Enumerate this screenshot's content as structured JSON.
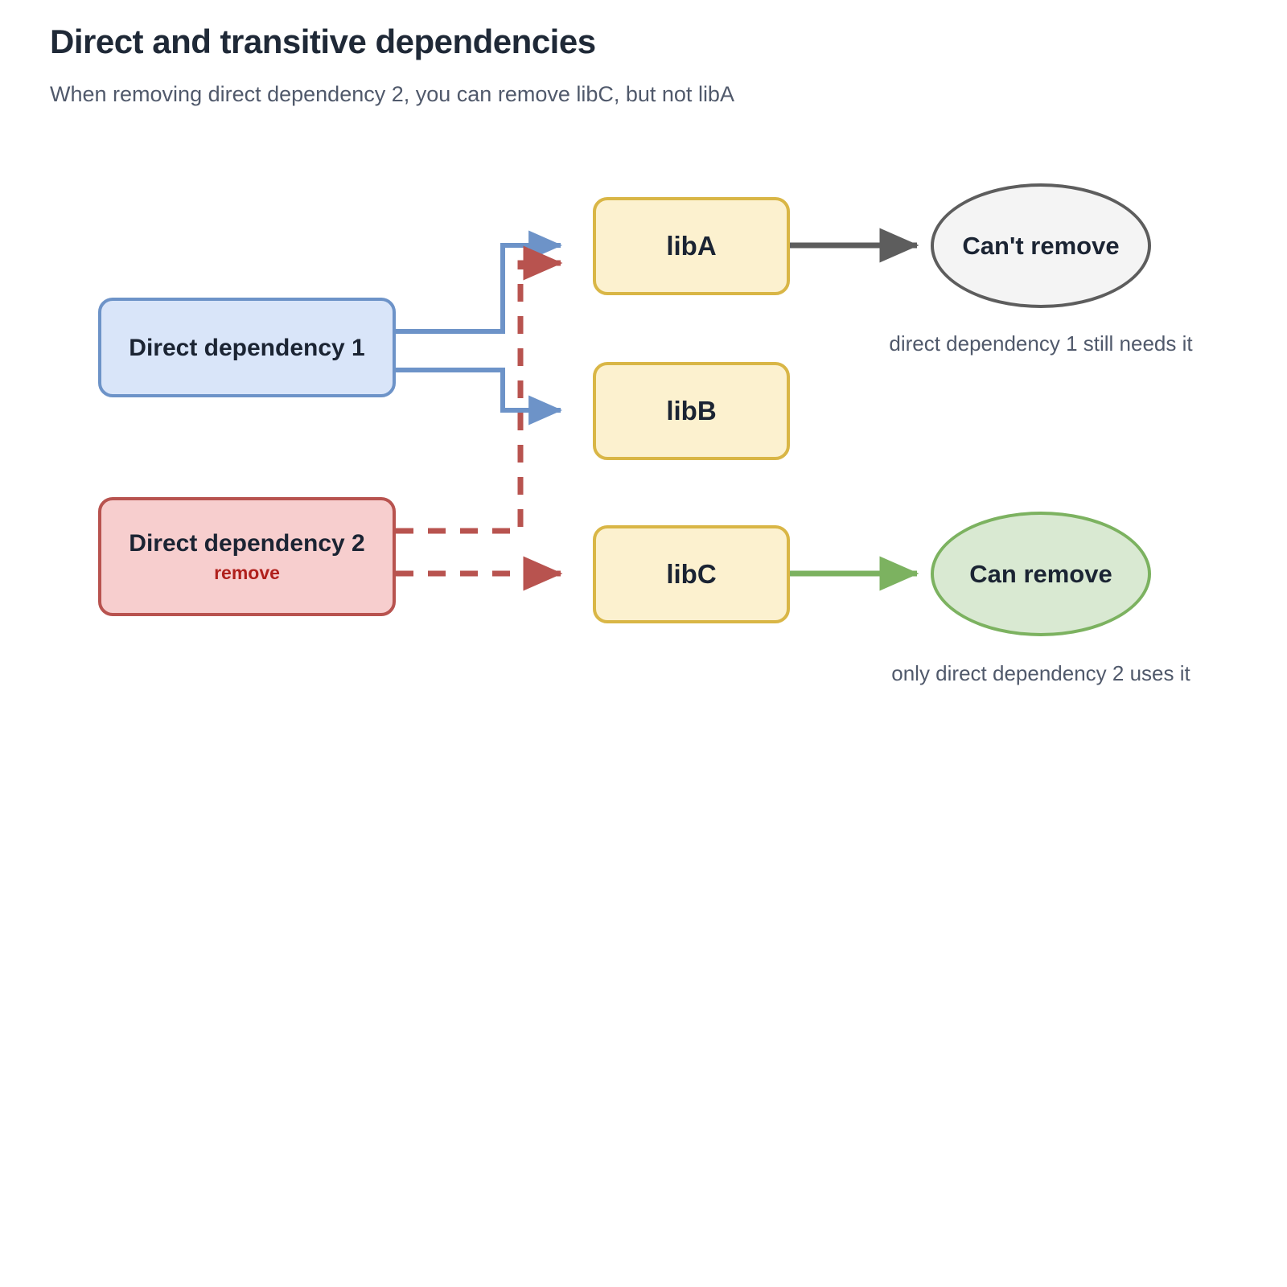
{
  "header": {
    "title": "Direct and transitive dependencies",
    "subtitle": "When removing direct dependency 2, you can remove libC, but not libA"
  },
  "colors": {
    "blue_fill": "#d9e5f9",
    "blue_stroke": "#6d93c8",
    "red_fill": "#f7cece",
    "red_stroke": "#b8534f",
    "yellow_fill": "#fcf1cf",
    "yellow_stroke": "#d9b646",
    "gray_fill": "#f4f4f4",
    "gray_stroke": "#5d5d5d",
    "green_fill": "#d9e9d2",
    "green_stroke": "#7cb260",
    "text_dark": "#1b2433",
    "text_muted": "#50596b",
    "remove_text": "#b0201c"
  },
  "nodes": [
    {
      "id": "dep1",
      "name": "direct-dependency-1",
      "label": "Direct dependency 1",
      "sublabel": "",
      "shape": "rect",
      "style": "blue"
    },
    {
      "id": "dep2",
      "name": "direct-dependency-2",
      "label": "Direct dependency 2",
      "sublabel": "remove",
      "shape": "rect",
      "style": "red"
    },
    {
      "id": "libA",
      "name": "liba",
      "label": "libA",
      "shape": "rect",
      "style": "yellow"
    },
    {
      "id": "libB",
      "name": "libb",
      "label": "libB",
      "shape": "rect",
      "style": "yellow"
    },
    {
      "id": "libC",
      "name": "libc",
      "label": "libC",
      "shape": "rect",
      "style": "yellow"
    },
    {
      "id": "cant",
      "name": "cant-remove",
      "label": "Can't remove",
      "shape": "ellipse",
      "style": "gray"
    },
    {
      "id": "can",
      "name": "can-remove",
      "label": "Can remove",
      "shape": "ellipse",
      "style": "green"
    }
  ],
  "captions": {
    "cant_remove": "direct dependency 1 still needs it",
    "can_remove": "only direct dependency 2 uses it"
  },
  "edges": [
    {
      "from": "dep1",
      "to": "libA",
      "style": "solid",
      "color": "blue"
    },
    {
      "from": "dep1",
      "to": "libB",
      "style": "solid",
      "color": "blue"
    },
    {
      "from": "dep2",
      "to": "libA",
      "style": "dashed",
      "color": "red"
    },
    {
      "from": "dep2",
      "to": "libC",
      "style": "dashed",
      "color": "red"
    },
    {
      "from": "libA",
      "to": "cant",
      "style": "solid",
      "color": "gray"
    },
    {
      "from": "libC",
      "to": "can",
      "style": "solid",
      "color": "green"
    }
  ]
}
